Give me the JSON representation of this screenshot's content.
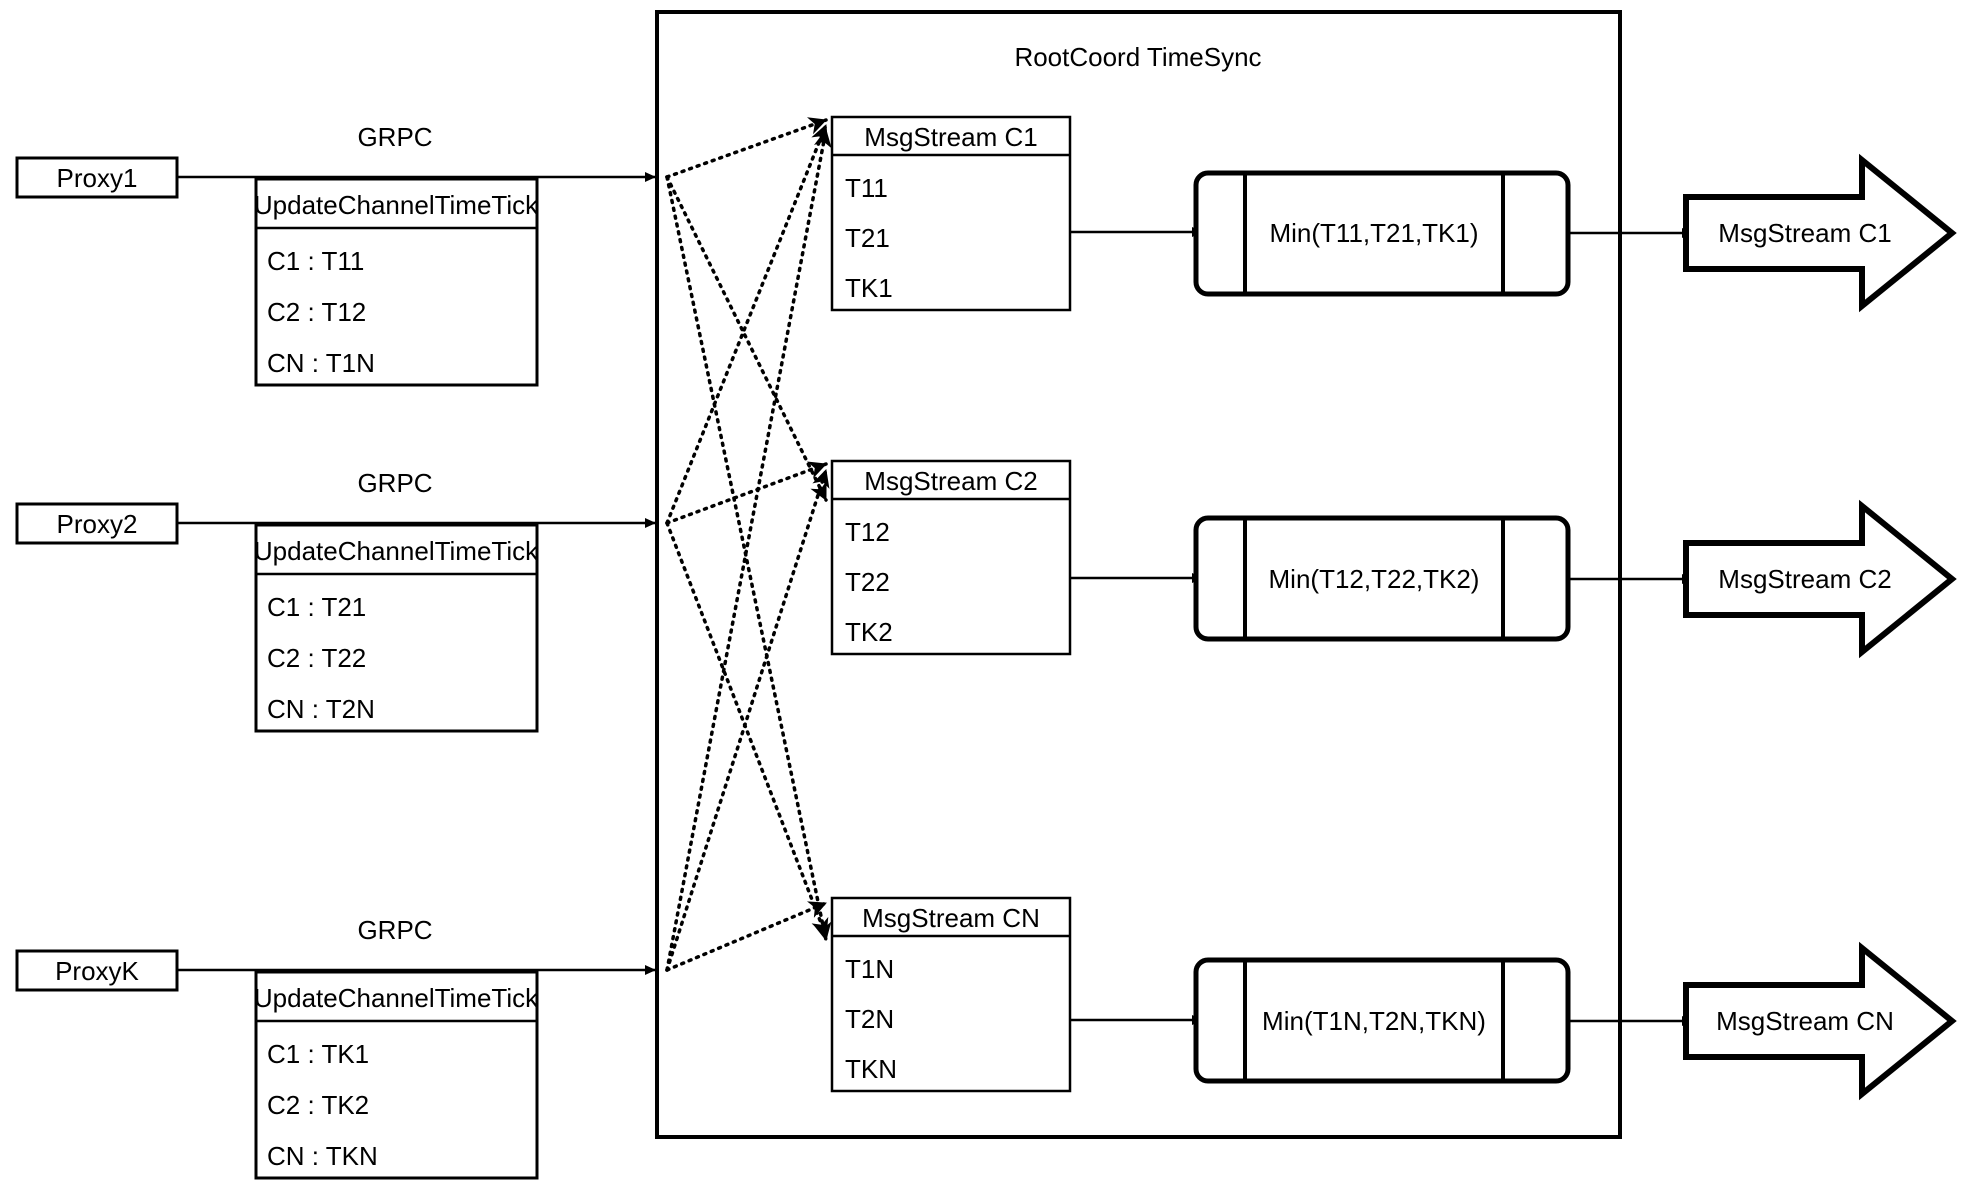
{
  "container": {
    "title": "RootCoord TimeSync"
  },
  "rows": [
    {
      "proxy_label": "Proxy1",
      "link_label": "GRPC",
      "tick_box": {
        "header": "UpdateChannelTimeTick",
        "entries": [
          "C1 :  T11",
          "C2 :  T12",
          "CN : T1N"
        ]
      },
      "msgstream_box": {
        "header": "MsgStream C1",
        "entries": [
          "T11",
          "T21",
          "TK1"
        ]
      },
      "min_label": "Min(T11,T21,TK1)",
      "output_label": "MsgStream C1"
    },
    {
      "proxy_label": "Proxy2",
      "link_label": "GRPC",
      "tick_box": {
        "header": "UpdateChannelTimeTick",
        "entries": [
          "C1 :  T21",
          "C2 :  T22",
          "CN : T2N"
        ]
      },
      "msgstream_box": {
        "header": "MsgStream C2",
        "entries": [
          "T12",
          "T22",
          "TK2"
        ]
      },
      "min_label": "Min(T12,T22,TK2)",
      "output_label": "MsgStream C2"
    },
    {
      "proxy_label": "ProxyK",
      "link_label": "GRPC",
      "tick_box": {
        "header": "UpdateChannelTimeTick",
        "entries": [
          "C1 :  TK1",
          "C2 :  TK2",
          "CN : TKN"
        ]
      },
      "msgstream_box": {
        "header": "MsgStream CN",
        "entries": [
          "T1N",
          "T2N",
          "TKN"
        ]
      },
      "min_label": "Min(T1N,T2N,TKN)",
      "output_label": "MsgStream CN"
    }
  ],
  "colors": {
    "stroke": "#000000",
    "fill": "#ffffff",
    "background": "#ffffff"
  }
}
